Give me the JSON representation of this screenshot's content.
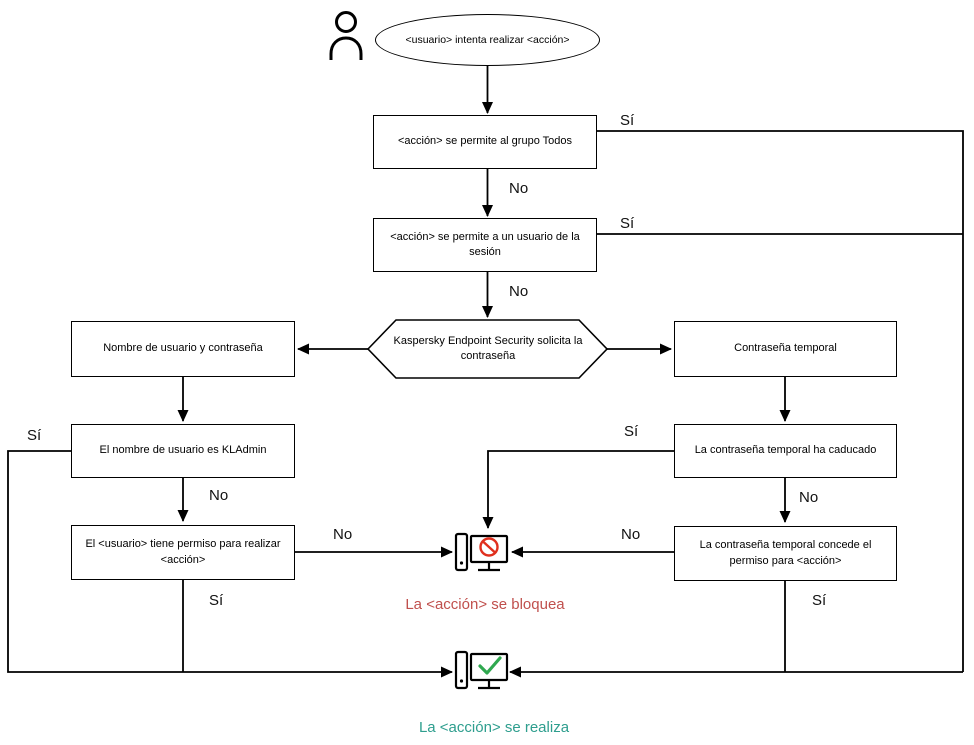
{
  "diagram": {
    "nodes": {
      "start": "<usuario> intenta realizar <acción>",
      "allow_group_todos": "<acción> se permite al grupo Todos",
      "allow_session_user": "<acción> se permite a un usuario de la sesión",
      "kes_prompts_password": "Kaspersky Endpoint Security solicita la contraseña",
      "username_password": "Nombre de usuario y contraseña",
      "temporary_password": "Contraseña temporal",
      "username_is_kladmin": "El nombre de usuario es KLAdmin",
      "user_has_permission": "El <usuario> tiene permiso para realizar <acción>",
      "temp_password_expired": "La contraseña temporal ha caducado",
      "temp_password_grants": "La contraseña temporal concede el permiso para <acción>"
    },
    "edge_labels": {
      "yes": "Sí",
      "no": "No"
    },
    "outcomes": {
      "blocked": "La <acción> se bloquea",
      "performed": "La <acción> se realiza"
    },
    "colors": {
      "line": "#000000",
      "blocked_text": "#c0504d",
      "performed_text": "#2e9e8e",
      "prohibition_sign": "#e0301e",
      "check_mark": "#2fa84f"
    }
  }
}
